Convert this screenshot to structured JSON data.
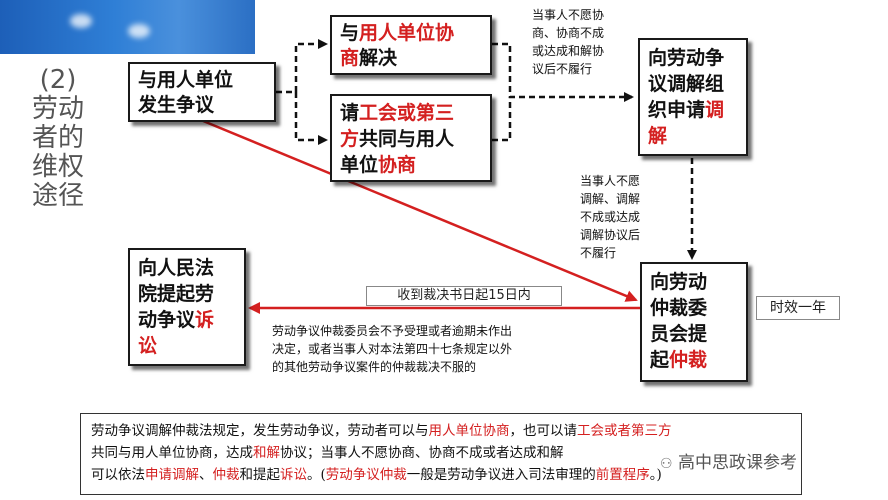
{
  "side_title": {
    "line1": "(2)",
    "line2": "劳动",
    "line3": "者的",
    "line4": "维权",
    "line5": "途径"
  },
  "boxes": {
    "dispute": {
      "line1": "与用人单位",
      "line2": "发生争议"
    },
    "negotiate": {
      "pre": "与",
      "red": "用人单位协",
      "red2": "商",
      "post": "解决"
    },
    "third_party": {
      "pre": "请",
      "red": "工会或第三",
      "red2": "方",
      "post": "共同与用人",
      "line3_pre": "单位",
      "line3_red": "协商"
    },
    "mediation": {
      "line1": "向劳动争",
      "line2": "议调解组",
      "line3_pre": "织申请",
      "line3_red": "调",
      "line4_red": "解"
    },
    "arbitration": {
      "line1": "向劳动",
      "line2": "仲裁委",
      "line3": "员会提",
      "line4_pre": "起",
      "line4_red": "仲裁"
    },
    "court": {
      "line1": "向人民法",
      "line2": "院提起劳",
      "line3_pre": "动争议",
      "line3_red": "诉",
      "line4_red": "讼"
    }
  },
  "notes": {
    "no_negotiation": [
      "当事人不愿协",
      "商、协商不成",
      "或达成和解协",
      "议后不履行"
    ],
    "no_mediation": [
      "当事人不愿",
      "调解、调解",
      "不成或达成",
      "调解协议后",
      "不履行"
    ],
    "court_condition": [
      "劳动争议仲裁委员会不予受理或者逾期未作出",
      "决定，或者当事人对本法第四十七条规定以外",
      "的其他劳动争议案件的仲裁裁决不服的"
    ]
  },
  "labels": {
    "within_15_days": "收到裁决书日起15日内",
    "time_limit": "时效一年"
  },
  "bottom_text": {
    "l1_a": "劳动争议调解仲裁法规定，发生劳动争议，劳动者可以与",
    "l1_red1": "用人单位协商",
    "l1_b": "，也可以请",
    "l1_red2": "工会或者",
    "l1_red3": "第三方",
    "l2_a": "共同与用人单位协商，达成",
    "l2_red1": "和解",
    "l2_b": "协议；当事人不愿协商、协商不成或者达成和解",
    "l3_a": "可以依法",
    "l3_red1": "申请调解",
    "l3_b": "、",
    "l3_red2": "仲裁",
    "l3_c": "和提起",
    "l3_red3": "诉讼",
    "l3_d": "。(",
    "l3_red4": "劳动争议仲裁",
    "l3_e": "一般是劳动争议进入司法审理的",
    "l3_red5": "前置程序",
    "l3_f": "。)"
  },
  "watermark": "高中思政课参考",
  "colors": {
    "red": "#d42020",
    "box_border": "#1a1a1a",
    "banner": "#2f7fd6"
  }
}
